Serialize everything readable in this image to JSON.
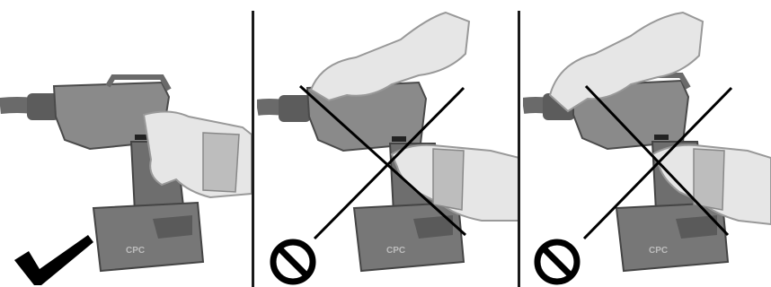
{
  "panels": [
    {
      "status": "correct",
      "status_icon": "check-mark-icon",
      "battery_brand": "CPC"
    },
    {
      "status": "incorrect",
      "status_icon": "prohibited-icon",
      "battery_brand": "CPC"
    },
    {
      "status": "incorrect",
      "status_icon": "prohibited-icon",
      "battery_brand": "CPC"
    }
  ],
  "colors": {
    "tool_body": "#8a8a8a",
    "tool_dark": "#5c5c5c",
    "battery": "#777777",
    "glove": "#e6e6e6",
    "glove_shadow": "#bdbdbd",
    "symbol": "#000000"
  }
}
